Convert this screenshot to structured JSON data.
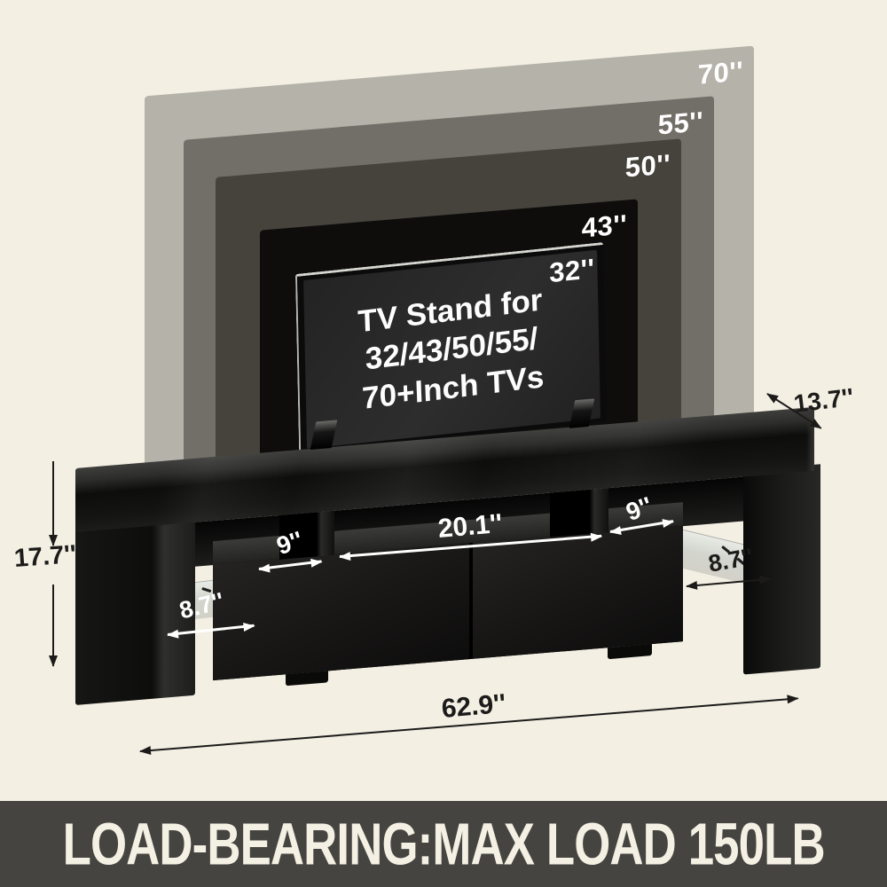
{
  "page": {
    "background_color": "#f3efe3",
    "description": "TV stand size infographic"
  },
  "tv_overlay": {
    "title_lines": [
      "TV Stand for",
      "32/43/50/55/",
      "70+Inch TVs"
    ],
    "sizes": [
      {
        "label": "70''",
        "color": "#b5b2a9"
      },
      {
        "label": "55''",
        "color": "#716f67"
      },
      {
        "label": "50''",
        "color": "#45433c"
      },
      {
        "label": "43''",
        "color": "#0e0d0c"
      },
      {
        "label": "32''",
        "color": "#2b2a2a"
      }
    ],
    "label_color": "#ffffff"
  },
  "stand": {
    "body_color": "#141413",
    "glass_shelf_color": "#c6cbc6"
  },
  "dimensions": {
    "depth": "13.7''",
    "height": "17.7''",
    "left_shelf_depth": "9''",
    "middle_width": "20.1''",
    "right_shelf_depth": "9''",
    "left_glass_width": "8.7''",
    "right_glass_width": "8.7''",
    "total_width": "62.9''",
    "dark_annotation_color": "#1c1b1a",
    "light_annotation_color": "#ffffff"
  },
  "banner": {
    "text": "LOAD-BEARING:MAX LOAD 150LB",
    "background_color": "#454440",
    "text_color": "#f4f0e3"
  }
}
